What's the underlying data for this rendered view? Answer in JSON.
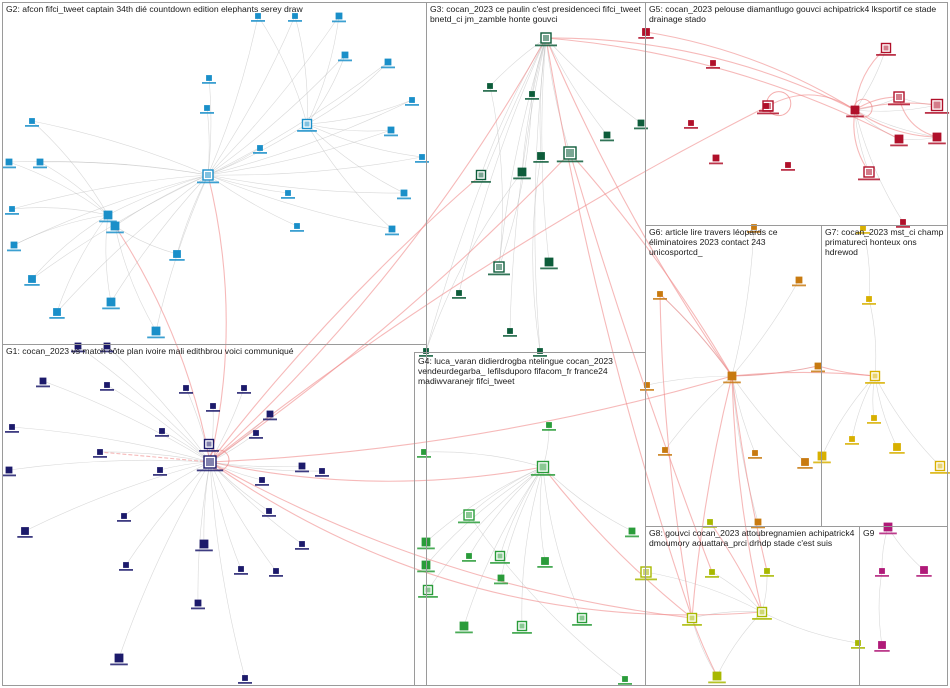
{
  "groups": [
    {
      "id": "G1",
      "label": "G1: cocan_2023 vs match côte plan ivoire mali edithbrou voici communiqué",
      "color": "#1c1a6b"
    },
    {
      "id": "G2",
      "label": "G2: afcon fifci_tweet captain 34th dié countdown edition elephants serey draw",
      "color": "#1a8fc9"
    },
    {
      "id": "G3",
      "label": "G3: cocan_2023 ce paulin c'est presidenceci fifci_tweet bnetd_ci jm_zamble honte gouvci",
      "color": "#0d5c3a"
    },
    {
      "id": "G4",
      "label": "G4: luca_varan didierdrogba ntelingue cocan_2023 vendeurdegarba_ lefilsduporo fifacom_fr france24 madiwvaranejr fifci_tweet",
      "color": "#2a9c3a"
    },
    {
      "id": "G5",
      "label": "G5: cocan_2023 pelouse diamantlugo gouvci achipatrick4 lksportif ce stade drainage stado",
      "color": "#b0102a"
    },
    {
      "id": "G6",
      "label": "G6: article lire travers léopards ce éliminatoires 2023 contact 243 unicosportcd_",
      "color": "#c87a10"
    },
    {
      "id": "G7",
      "label": "G7: cocan_2023 mst_ci champ primatureci honteux ons hdrewod",
      "color": "#d8b000"
    },
    {
      "id": "G8",
      "label": "G8: gouvci cocan_2023 attoubregnamien achipatrick4 dmoumory aouattara_prci drhdp stade c'est suis",
      "color": "#a8b800"
    },
    {
      "id": "G9",
      "label": "G9",
      "color": "#b01a78"
    }
  ],
  "colors": {
    "edge_internal": "#b8b8b8",
    "edge_cross": "#f08a8a",
    "panel_border": "#9a9a9a",
    "background": "#ffffff"
  }
}
